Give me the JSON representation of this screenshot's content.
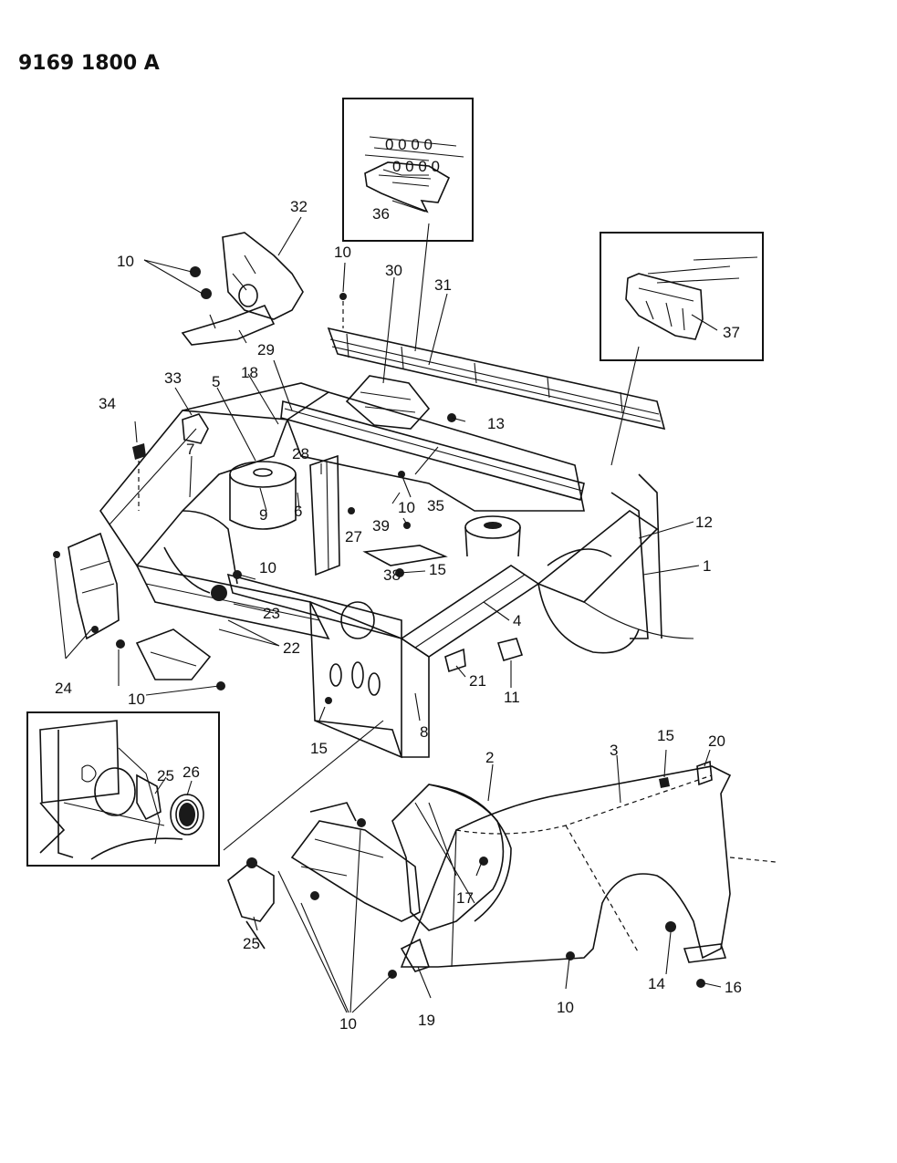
{
  "diagram": {
    "code": "9169 1800 A",
    "callouts": {
      "c1": "1",
      "c2": "2",
      "c3": "3",
      "c4": "4",
      "c5": "5",
      "c6": "6",
      "c7": "7",
      "c8": "8",
      "c9": "9",
      "c10a": "10",
      "c10b": "10",
      "c10c": "10",
      "c10d": "10",
      "c10e": "10",
      "c10f": "10",
      "c11": "11",
      "c12": "12",
      "c13": "13",
      "c14": "14",
      "c15a": "15",
      "c15b": "15",
      "c15c": "15",
      "c16": "16",
      "c17": "17",
      "c18": "18",
      "c19": "19",
      "c20": "20",
      "c21": "21",
      "c22": "22",
      "c23": "23",
      "c24": "24",
      "c25a": "25",
      "c25b": "25",
      "c26": "26",
      "c27": "27",
      "c28": "28",
      "c29": "29",
      "c30": "30",
      "c31": "31",
      "c32": "32",
      "c33": "33",
      "c34": "34",
      "c35": "35",
      "c36": "36",
      "c37": "37",
      "c38": "38",
      "c39": "39"
    }
  }
}
